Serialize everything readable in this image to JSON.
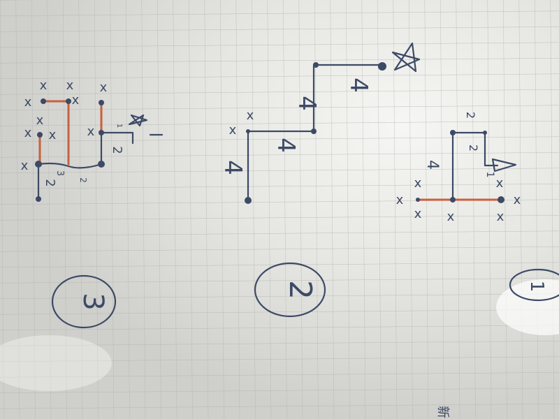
{
  "figure_left": {
    "segment_labels": [
      "2",
      "2",
      "3",
      "2",
      "1"
    ],
    "circled_number": "3"
  },
  "figure_middle": {
    "segment_labels": [
      "4",
      "4",
      "4",
      "4"
    ],
    "circled_number": "2"
  },
  "figure_right": {
    "segment_labels": [
      "2",
      "2",
      "4",
      "1"
    ],
    "circled_number": "1"
  },
  "marks": {
    "cross": "x"
  },
  "footer_text": "新",
  "colors": {
    "ink": "#3c4a66",
    "red": "#c8603e",
    "paper": "#e4e4e0",
    "grid": "#b8b8b4"
  }
}
